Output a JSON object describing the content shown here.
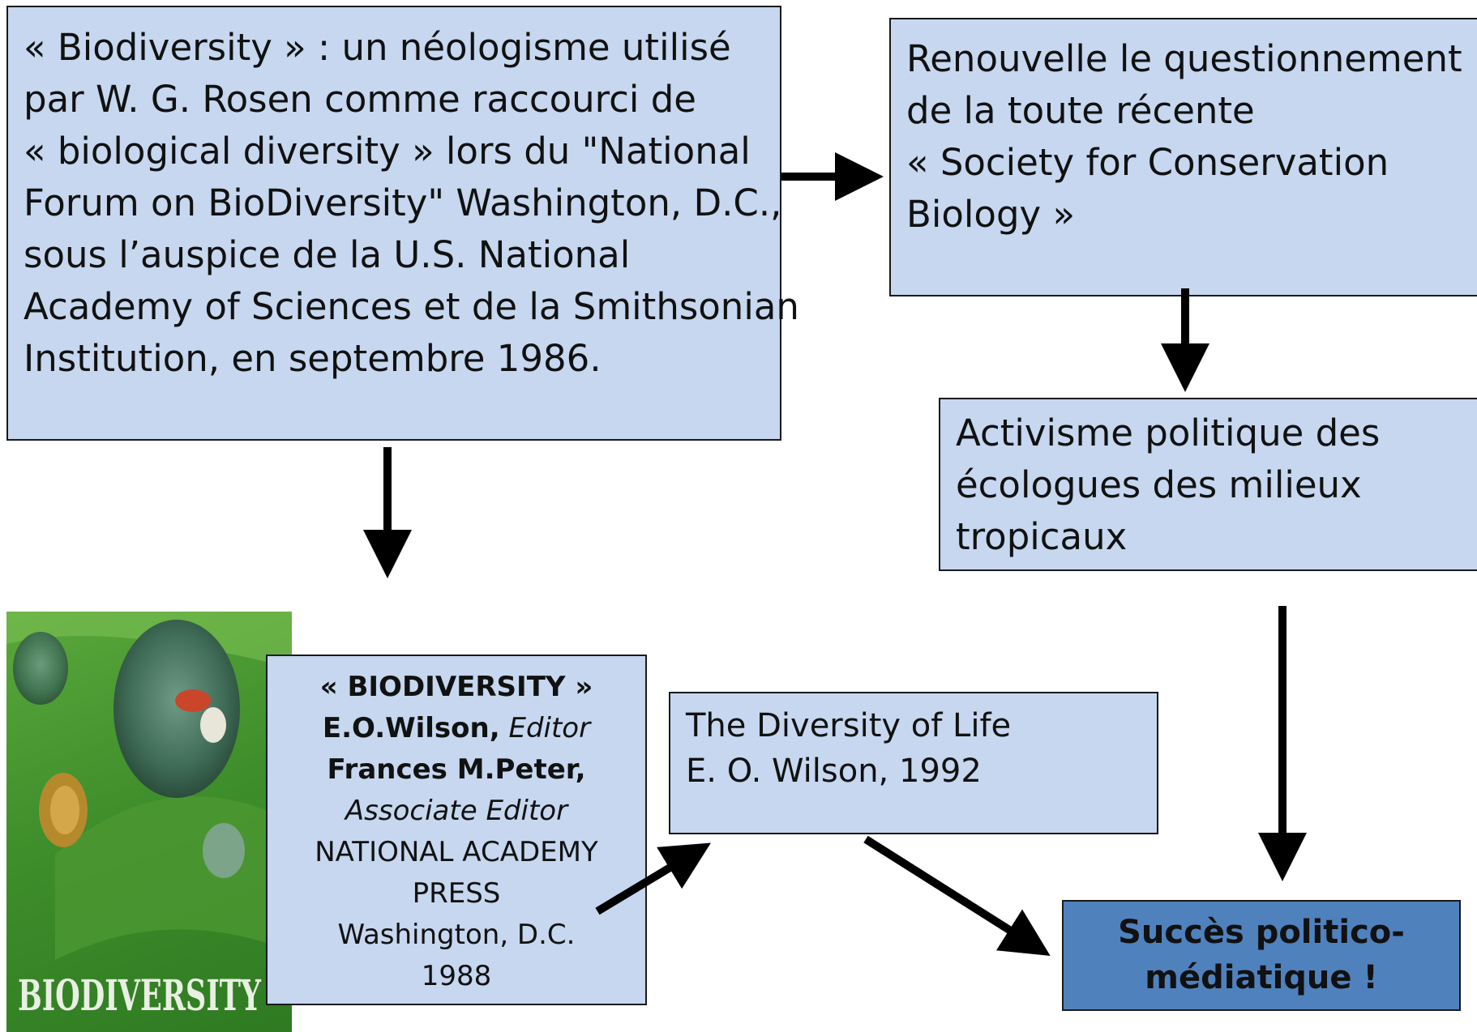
{
  "colors": {
    "box_fill": "#c6d7ef",
    "result_fill": "#4f81bd",
    "border": "#1a1a1a",
    "arrow": "#000000"
  },
  "box_origin": {
    "lines": [
      "« Biodiversity » : un néologisme utilisé",
      "par W. G. Rosen comme raccourci de",
      "« biological diversity » lors du \"National",
      "Forum on BioDiversity\" Washington, D.C.,",
      "sous l’auspice de la U.S. National",
      "Academy of Sciences et de la Smithsonian",
      "Institution, en septembre 1986."
    ]
  },
  "box_society": {
    "lines": [
      "Renouvelle le questionnement",
      "de la toute récente",
      " « Society for Conservation",
      "Biology »"
    ]
  },
  "box_activism": {
    "lines": [
      "Activisme politique des",
      "écologues des milieux",
      "tropicaux"
    ]
  },
  "box_book": {
    "title": "« BIODIVERSITY »",
    "editor_name": "E.O.Wilson,",
    "editor_role": " Editor",
    "associate_name": "Frances M.Peter,",
    "associate_role": "Associate Editor",
    "publisher_1": "NATIONAL ACADEMY",
    "publisher_2": "PRESS",
    "place": "Washington, D.C.",
    "year": "1988"
  },
  "box_diversity_life": {
    "lines": [
      "The Diversity of Life",
      "E. O. Wilson, 1992"
    ]
  },
  "box_result": {
    "lines": [
      "Succès politico-",
      "médiatique !"
    ]
  },
  "book_cover": {
    "title": "BIODIVERSITY",
    "icon": "book-cover-image"
  }
}
